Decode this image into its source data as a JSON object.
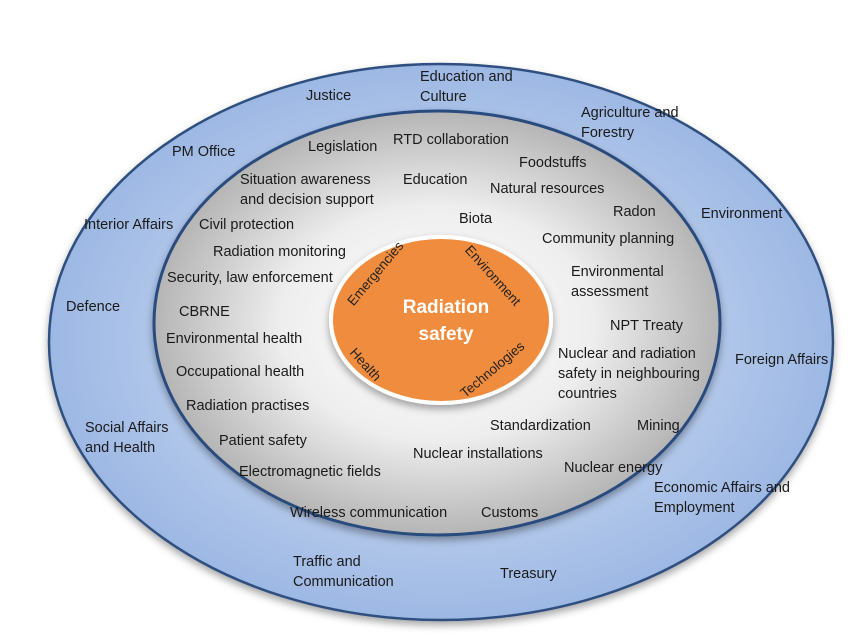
{
  "diagram": {
    "core": {
      "title_line1": "Radiation",
      "title_line2": "safety"
    },
    "core_arcs": {
      "emergencies": "Emergencies",
      "environment": "Environment",
      "health": "Health",
      "technologies": "Technologies"
    },
    "outer_ring": {
      "justice": "Justice",
      "education_culture": [
        "Education and",
        "Culture"
      ],
      "agriculture_forestry": [
        "Agriculture and",
        "Forestry"
      ],
      "pm_office": "PM Office",
      "environment": "Environment",
      "interior_affairs": "Interior Affairs",
      "defence": "Defence",
      "foreign_affairs": "Foreign Affairs",
      "social_affairs_health": [
        "Social Affairs",
        "and Health"
      ],
      "economic_affairs_employment": [
        "Economic Affairs and",
        "Employment"
      ],
      "traffic_communication": [
        "Traffic and",
        "Communication"
      ],
      "treasury": "Treasury"
    },
    "inner_ring": {
      "legislation": "Legislation",
      "rtd_collaboration": "RTD collaboration",
      "foodstuffs": "Foodstuffs",
      "situation_awareness": [
        "Situation awareness",
        "and decision support"
      ],
      "education": "Education",
      "natural_resources": "Natural resources",
      "radon": "Radon",
      "civil_protection": "Civil protection",
      "biota": "Biota",
      "community_planning": "Community planning",
      "radiation_monitoring": "Radiation monitoring",
      "security_law": "Security, law enforcement",
      "environmental_assessment": [
        "Environmental",
        "assessment"
      ],
      "cbrne": "CBRNE",
      "npt_treaty": "NPT Treaty",
      "environmental_health": "Environmental health",
      "nuclear_radiation_safety": [
        "Nuclear and radiation",
        "safety in neighbouring",
        "countries"
      ],
      "occupational_health": "Occupational health",
      "radiation_practises": "Radiation practises",
      "standardization": "Standardization",
      "mining": "Mining",
      "patient_safety": "Patient safety",
      "nuclear_installations": "Nuclear installations",
      "electromagnetic_fields": "Electromagnetic fields",
      "nuclear_energy": "Nuclear energy",
      "wireless_communication": "Wireless communication",
      "customs": "Customs"
    },
    "colors": {
      "outer_fill_light": "#e3ecf8",
      "outer_fill_dark": "#9db8e4",
      "outer_stroke": "#2f4f7f",
      "inner_fill_light": "#ffffff",
      "inner_fill_dark": "#b5b5b5",
      "inner_stroke": "#2b4c7e",
      "core_fill": "#f08c3c",
      "core_stroke": "#ffffff"
    }
  }
}
